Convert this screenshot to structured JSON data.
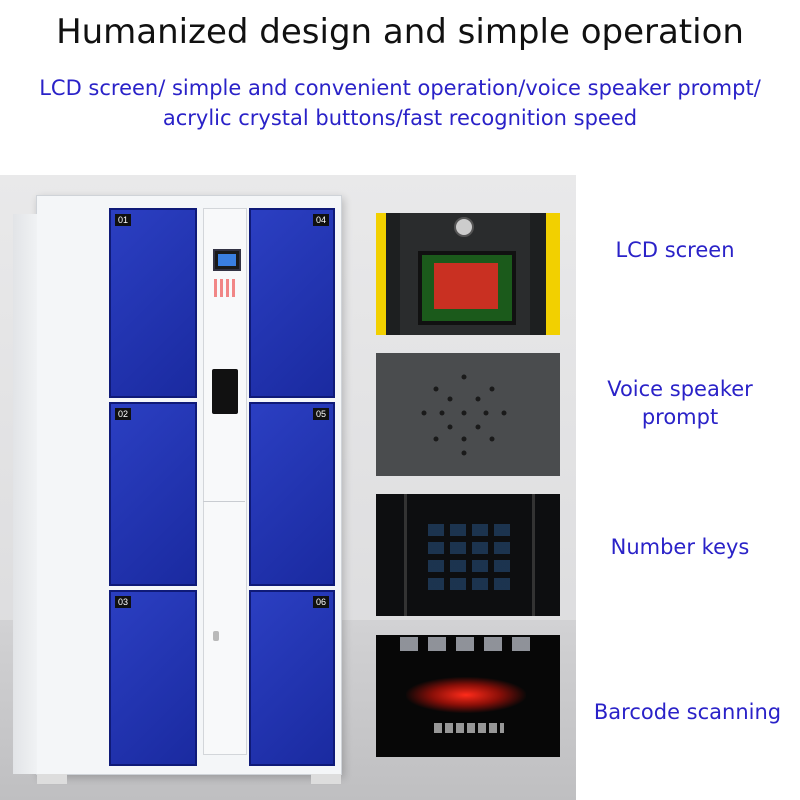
{
  "header": {
    "title": "Humanized design and simple operation",
    "subtitle_line1": "LCD screen/ simple and convenient operation/voice speaker prompt/",
    "subtitle_line2": "acrylic crystal buttons/fast recognition speed"
  },
  "locker": {
    "doors": [
      "01",
      "02",
      "03",
      "04",
      "05",
      "06"
    ]
  },
  "features": [
    {
      "label": "LCD screen"
    },
    {
      "label_line1": "Voice  speaker",
      "label_line2": "prompt"
    },
    {
      "label": "Number keys"
    },
    {
      "label": "Barcode scanning"
    }
  ],
  "colors": {
    "accent_text": "#2a22c8",
    "door_blue": "#1f33b4",
    "frame_yellow": "#f2d000"
  }
}
